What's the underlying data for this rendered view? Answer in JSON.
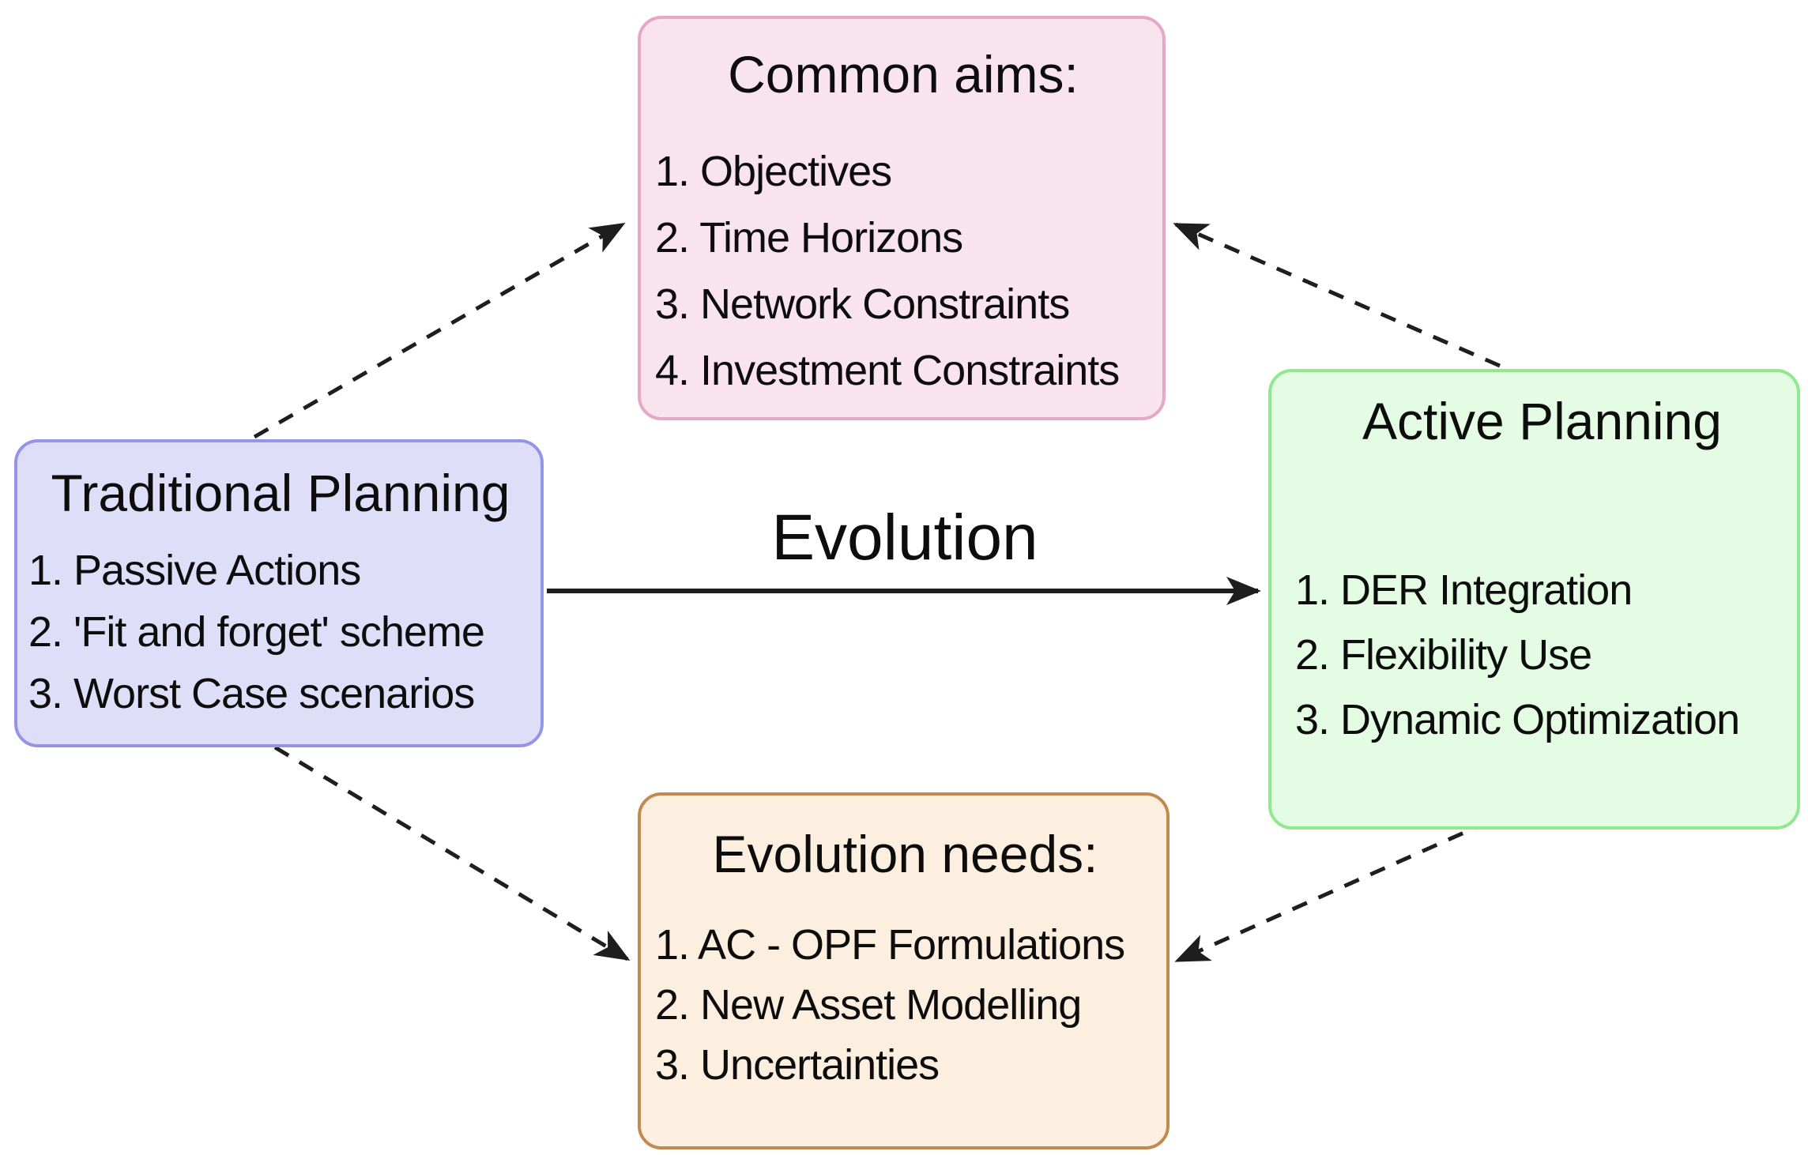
{
  "evolution_label": "Evolution",
  "arrow_color": "#1e1e1e",
  "background": "#ffffff",
  "boxes": {
    "common_aims": {
      "title": "Common aims:",
      "items": [
        "1. Objectives",
        "2. Time Horizons",
        "3. Network Constraints",
        "4. Investment Constraints"
      ],
      "fill": "#f9e3ed",
      "border": "#e5a9c6"
    },
    "traditional_planning": {
      "title": "Traditional Planning",
      "items": [
        "1. Passive Actions",
        "2. 'Fit and forget' scheme",
        "3. Worst Case scenarios"
      ],
      "fill": "#dedef8",
      "border": "#9595e8"
    },
    "active_planning": {
      "title": "Active Planning",
      "items": [
        "1. DER Integration",
        "2. Flexibility Use",
        "3. Dynamic Optimization"
      ],
      "fill": "#e4fce4",
      "border": "#90e890"
    },
    "evolution_needs": {
      "title": "Evolution needs:",
      "items": [
        "1. AC - OPF Formulations",
        "2. New Asset Modelling",
        "3. Uncertainties"
      ],
      "fill": "#fdefdf",
      "border": "#bf8b51"
    }
  }
}
